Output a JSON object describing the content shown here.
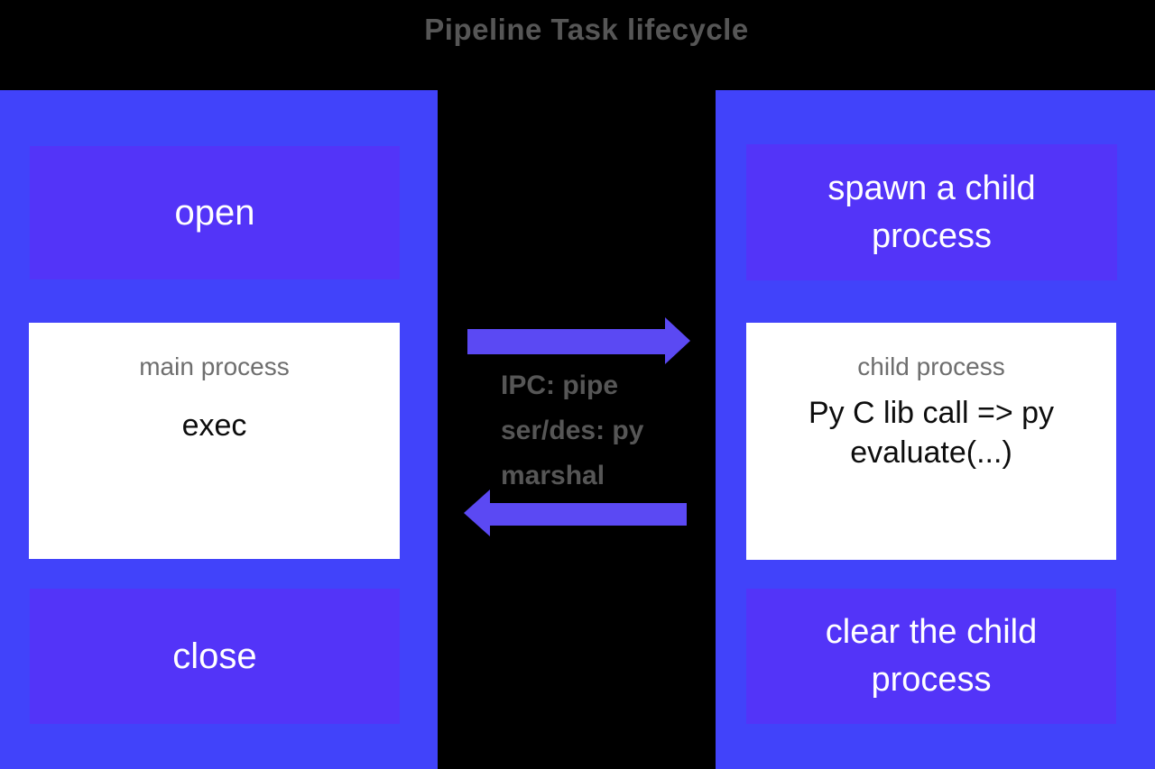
{
  "title": "Pipeline Task lifecycle",
  "colors": {
    "background": "#000000",
    "panel_blue": "#4143fa",
    "box_purple": "#5334f8",
    "arrow_purple": "#5b49f3",
    "title_gray": "#565656",
    "label_gray": "#6e6e6e",
    "text_black": "#0d0d0d",
    "text_white": "#ffffff",
    "white_box": "#ffffff"
  },
  "left_panel": {
    "open_label": "open",
    "process_label": "main process",
    "action_label": "exec",
    "close_label": "close"
  },
  "right_panel": {
    "spawn_label": "spawn a child process",
    "process_label": "child process",
    "action_label": "Py C lib call => py evaluate(...)",
    "clear_label": "clear the child process"
  },
  "ipc_annotation": {
    "lines": [
      "IPC: pipe",
      "ser/des: py",
      "marshal"
    ]
  }
}
